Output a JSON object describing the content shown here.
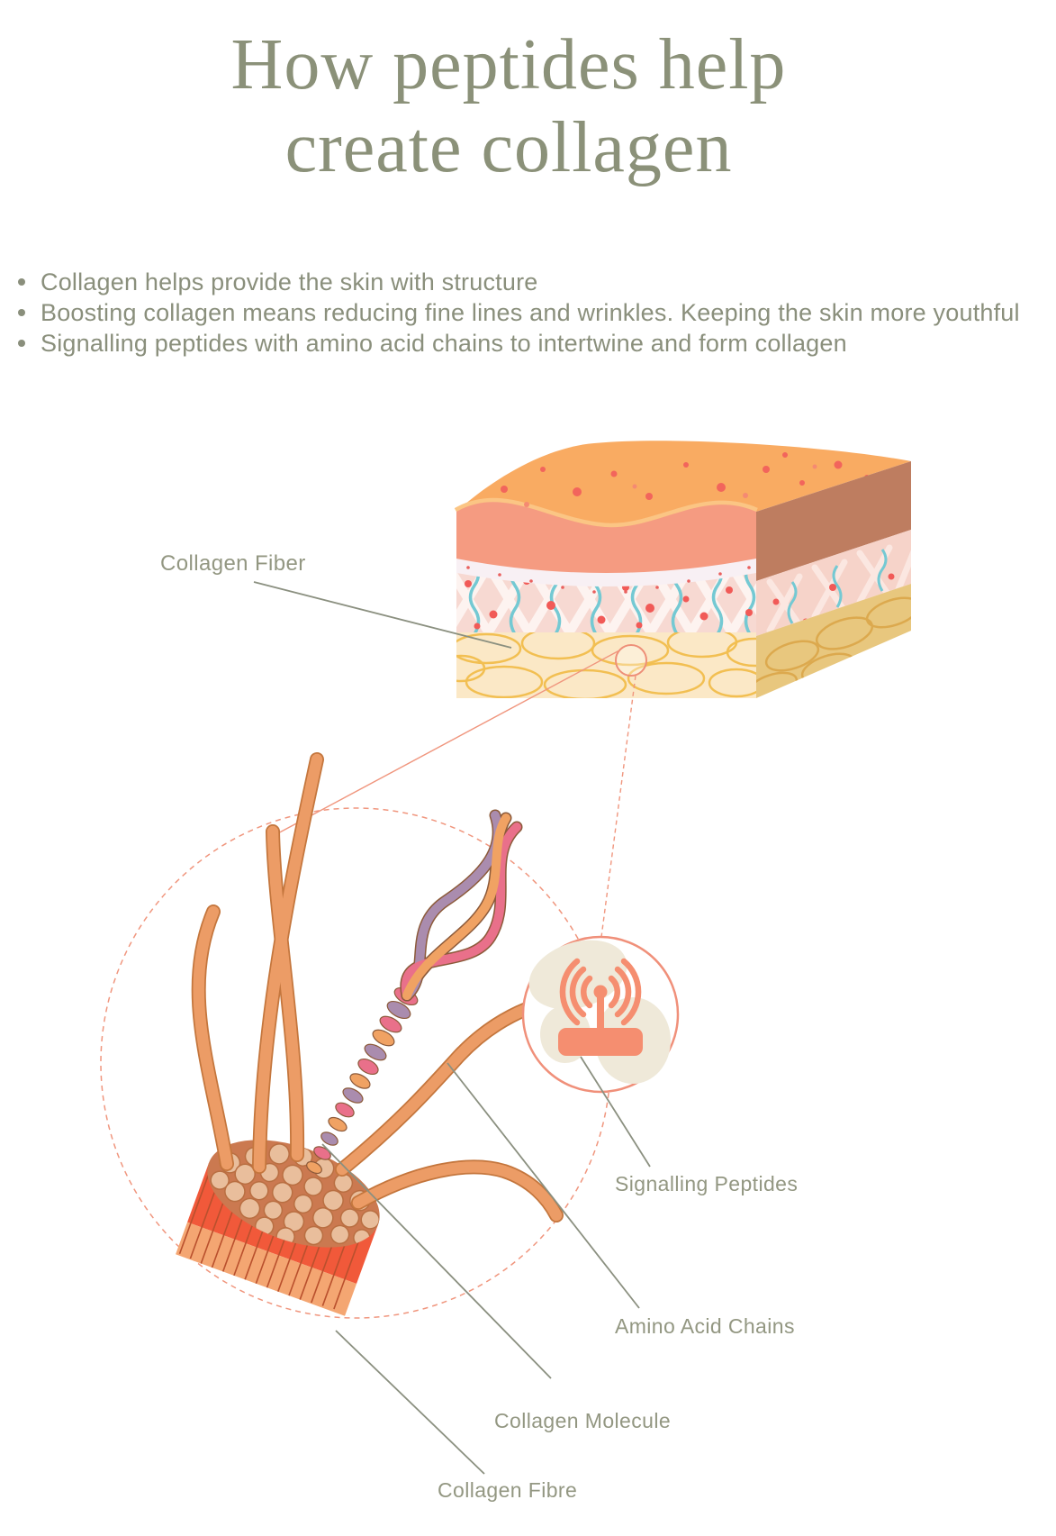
{
  "title": {
    "line1": "How peptides help",
    "line2": "create collagen"
  },
  "bullets": [
    "Collagen helps provide the skin with structure",
    "Boosting collagen means reducing fine lines and wrinkles. Keeping the skin more youthful",
    "Signalling peptides with amino acid chains to intertwine and form collagen"
  ],
  "labels": {
    "collagen_fiber": "Collagen Fiber",
    "signalling_peptides": "Signalling Peptides",
    "amino_acid_chains": "Amino Acid Chains",
    "collagen_molecule": "Collagen Molecule",
    "collagen_fibre": "Collagen Fibre"
  },
  "icons": {
    "signalling_peptides": "signal-router-icon"
  },
  "colors": {
    "title_text": "#8b9179",
    "body_text": "#8a8f7c",
    "label_text": "#939782",
    "label_line": "#8b9080",
    "accent_salmon": "#f0907a",
    "skin_top": "#f9ab62",
    "skin_epidermis": "#f59b81",
    "skin_dermis": "#f7d9d2",
    "skin_fat": "#fbe8c6",
    "fibre_red": "#f1593a",
    "strand_orange": "#ec9c66",
    "helix_pink": "#e9708a",
    "helix_purple": "#aa8cae"
  }
}
